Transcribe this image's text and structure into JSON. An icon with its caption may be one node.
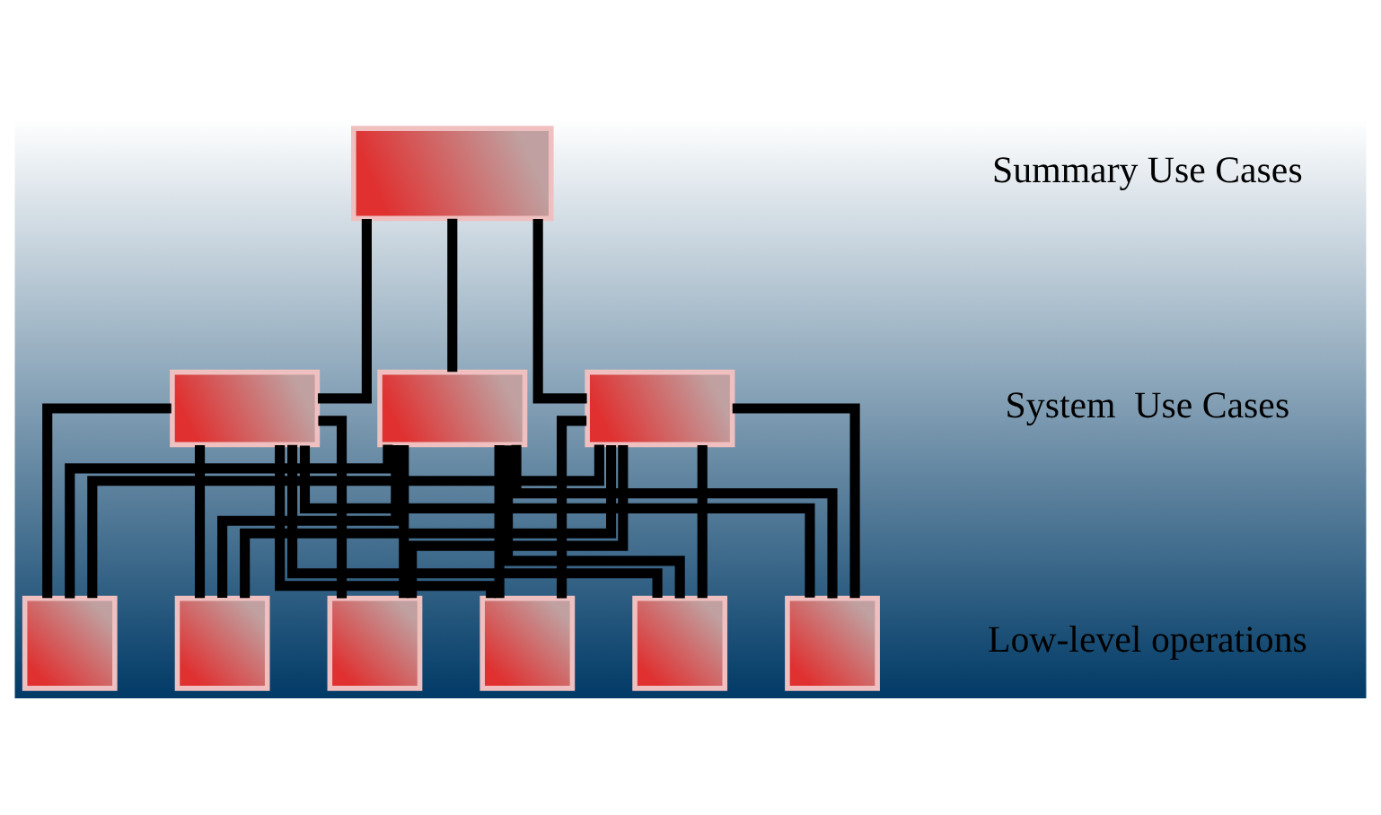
{
  "diagram": {
    "nodes": [
      {
        "text": [],
        "shape": "box"
      },
      {
        "text": [],
        "shape": "box"
      },
      {
        "text": [],
        "shape": "box"
      },
      {
        "text": [],
        "shape": "box"
      },
      {
        "text": [],
        "shape": "box"
      },
      {
        "text": [],
        "shape": "box"
      },
      {
        "text": [],
        "shape": "box"
      },
      {
        "text": [],
        "shape": "box"
      },
      {
        "text": [],
        "shape": "box"
      },
      {
        "text": [],
        "shape": "box"
      }
    ],
    "edges": [
      {
        "from": 0,
        "to": 1,
        "arrow": "none"
      },
      {
        "from": 0,
        "to": 2,
        "arrow": "none"
      },
      {
        "from": 0,
        "to": 3,
        "arrow": "none"
      },
      {
        "from": 1,
        "to": 4,
        "arrow": "none"
      },
      {
        "from": 1,
        "to": 5,
        "arrow": "none"
      },
      {
        "from": 1,
        "to": 6,
        "arrow": "none"
      },
      {
        "from": 1,
        "to": 7,
        "arrow": "none"
      },
      {
        "from": 1,
        "to": 8,
        "arrow": "none"
      },
      {
        "from": 1,
        "to": 9,
        "arrow": "none"
      },
      {
        "from": 2,
        "to": 4,
        "arrow": "none"
      },
      {
        "from": 2,
        "to": 5,
        "arrow": "none"
      },
      {
        "from": 2,
        "to": 6,
        "arrow": "none"
      },
      {
        "from": 2,
        "to": 7,
        "arrow": "none"
      },
      {
        "from": 2,
        "to": 8,
        "arrow": "none"
      },
      {
        "from": 2,
        "to": 9,
        "arrow": "none"
      },
      {
        "from": 3,
        "to": 4,
        "arrow": "none"
      },
      {
        "from": 3,
        "to": 5,
        "arrow": "none"
      },
      {
        "from": 3,
        "to": 6,
        "arrow": "none"
      },
      {
        "from": 3,
        "to": 7,
        "arrow": "none"
      },
      {
        "from": 3,
        "to": 8,
        "arrow": "none"
      },
      {
        "from": 3,
        "to": 9,
        "arrow": "none"
      }
    ],
    "labels": [
      "Summary Use Cases",
      "System  Use Cases",
      "Low-level operations"
    ]
  }
}
